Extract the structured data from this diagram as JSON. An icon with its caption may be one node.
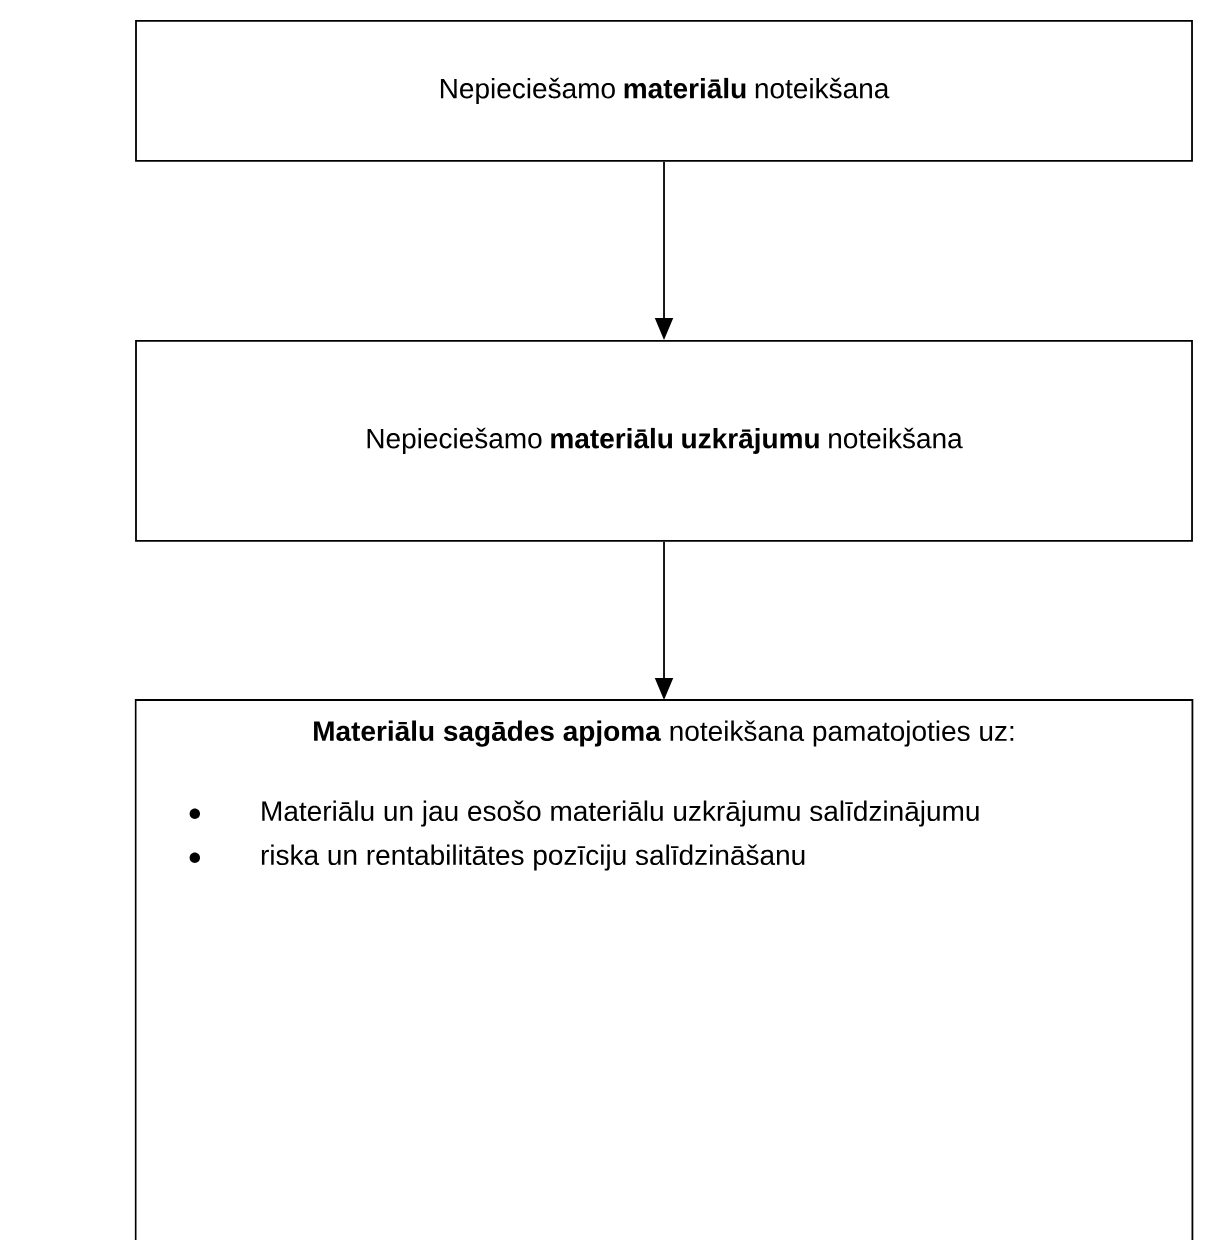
{
  "diagram": {
    "nodes": [
      {
        "text": [
          "Nepieciešamo **materiālu** noteikšana"
        ]
      },
      {
        "text": [
          "Nepieciešamo **materiālu uzkrājumu** noteikšana"
        ]
      },
      {
        "text": [
          "**Materiālu sagādes apjoma** noteikšana pamatojoties uz:",
          "Materiālu un jau esošo materiālu uzkrājumu salīdzinājumu",
          "riska un rentabilitātes pozīciju salīdzināšanu"
        ]
      }
    ],
    "edges": [
      {
        "from": 0,
        "to": 1,
        "arrow": "to"
      },
      {
        "from": 1,
        "to": 2,
        "arrow": "to"
      }
    ]
  }
}
